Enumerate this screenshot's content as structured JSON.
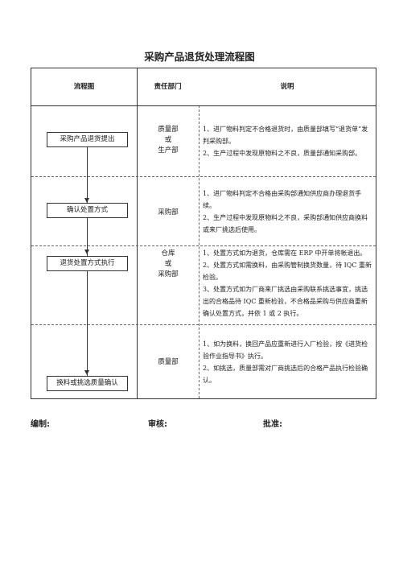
{
  "title": "采购产品退货处理流程图",
  "headers": {
    "flow": "流程图",
    "dept": "责任部门",
    "desc": "说明"
  },
  "rows": [
    {
      "step": "采购产品退货提出",
      "dept": [
        "质量部",
        "或",
        "生产部"
      ],
      "desc": [
        "1、进厂物料判定不合格退货时，由质量部填写“退货单”发判采购部。",
        "2、生产过程中发现原物料之不良，质量部通知采购部。"
      ]
    },
    {
      "step": "确认处置方式",
      "dept": [
        "采购部"
      ],
      "desc": [
        "1、进厂物料判定不合格由采购部通知供应商办理退货手续。",
        "2、生产过程中发现原物料之不良，采购部通知供应商换料或来厂挑选后使用。"
      ]
    },
    {
      "step": "退货处置方式执行",
      "dept": [
        "仓库",
        "或",
        "采购部"
      ],
      "desc": [
        "1、处置方式如为退货，仓库需在 ERP 中开单将帐退出。",
        "2、处置方式如需换料，由采购管制换货数量，待 IQC 重新检验。",
        "3、处置方式如为厂商来厂挑选由采购联系挑选事宜，挑选出的合格品待 IQC 重新检验，不合格品采购与供应商重新确认处置方式，并依 1 或 2 执行。"
      ]
    },
    {
      "step": "换料或挑选质量确认",
      "dept": [
        "质量部"
      ],
      "desc": [
        "1、如为换料，换回产品应重新进行入厂检验，按《进货检验作业指导书》执行。",
        "2、如挑选，质量部需对厂商挑选后的合格产品执行检验确认。"
      ]
    }
  ],
  "footer": {
    "prepared": "编制:",
    "reviewed": "审核:",
    "approved": "批准:"
  }
}
